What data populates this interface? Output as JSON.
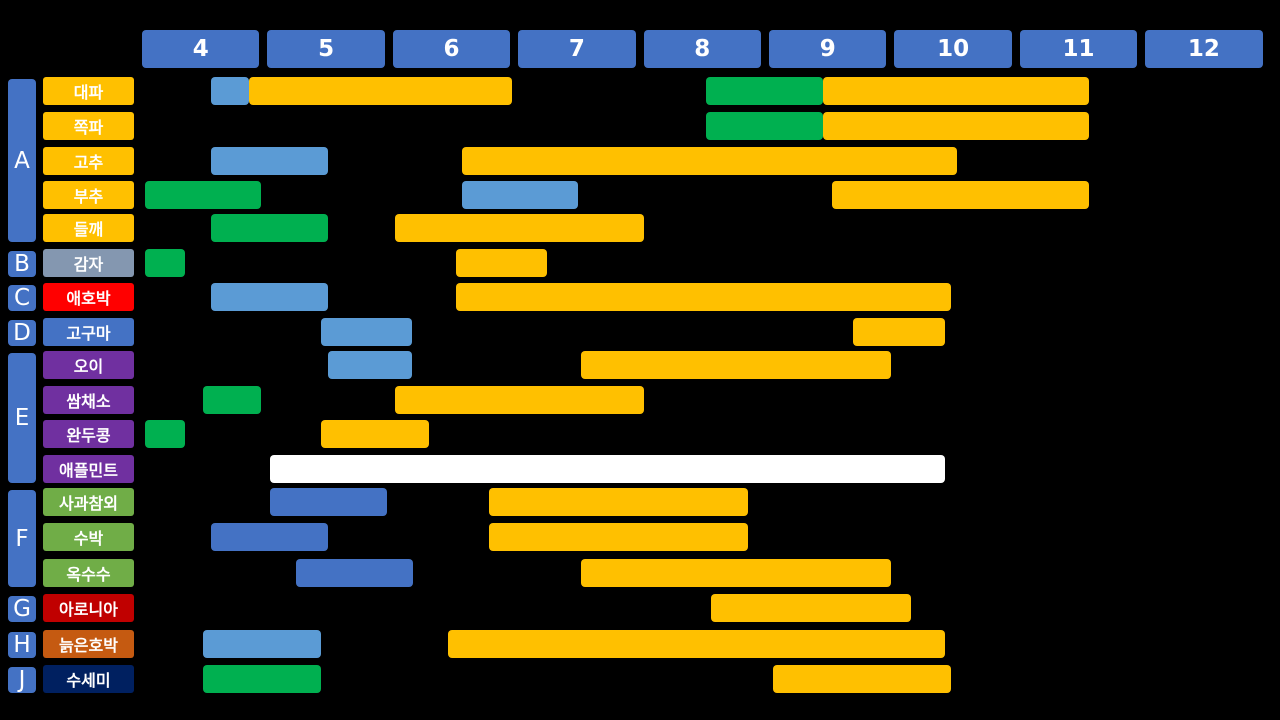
{
  "months": [
    "4",
    "5",
    "6",
    "7",
    "8",
    "9",
    "10",
    "11",
    "12"
  ],
  "colors": {
    "header": "#4472C4",
    "light_blue": "#5B9BD5",
    "dark_blue": "#4472C4",
    "green": "#00B050",
    "yellow": "#FFC000",
    "white": "#FFFFFF"
  },
  "groups": [
    "A",
    "B",
    "C",
    "D",
    "E",
    "F",
    "G",
    "H",
    "J"
  ],
  "crops": [
    {
      "name": "대파",
      "label_color": "#FFC000",
      "bars": [
        {
          "color": "light_blue",
          "start": 4.05,
          "end": 4.35
        },
        {
          "color": "yellow",
          "start": 4.35,
          "end": 6.45
        },
        {
          "color": "green",
          "start": 8.0,
          "end": 8.93
        },
        {
          "color": "yellow",
          "start": 8.93,
          "end": 11.05
        }
      ]
    },
    {
      "name": "쪽파",
      "label_color": "#FFC000",
      "bars": [
        {
          "color": "green",
          "start": 8.0,
          "end": 8.93
        },
        {
          "color": "yellow",
          "start": 8.93,
          "end": 11.05
        }
      ]
    },
    {
      "name": "고추",
      "label_color": "#FFC000",
      "bars": [
        {
          "color": "light_blue",
          "start": 4.05,
          "end": 4.98
        },
        {
          "color": "yellow",
          "start": 6.05,
          "end": 10.0
        }
      ]
    },
    {
      "name": "부추",
      "label_color": "#FFC000",
      "bars": [
        {
          "color": "green",
          "start": 3.52,
          "end": 4.45
        },
        {
          "color": "light_blue",
          "start": 6.05,
          "end": 6.98
        },
        {
          "color": "yellow",
          "start": 9.0,
          "end": 11.05
        }
      ]
    },
    {
      "name": "들깨",
      "label_color": "#FFC000",
      "bars": [
        {
          "color": "green",
          "start": 4.05,
          "end": 4.98
        },
        {
          "color": "yellow",
          "start": 5.52,
          "end": 7.5
        }
      ]
    },
    {
      "name": "감자",
      "label_color": "#8497B0",
      "bars": [
        {
          "color": "green",
          "start": 3.52,
          "end": 3.84
        },
        {
          "color": "yellow",
          "start": 6.0,
          "end": 6.73
        }
      ]
    },
    {
      "name": "애호박",
      "label_color": "#FF0000",
      "bars": [
        {
          "color": "light_blue",
          "start": 4.05,
          "end": 4.98
        },
        {
          "color": "yellow",
          "start": 6.0,
          "end": 9.95
        }
      ]
    },
    {
      "name": "고구마",
      "label_color": "#4472C4",
      "bars": [
        {
          "color": "light_blue",
          "start": 4.93,
          "end": 5.65
        },
        {
          "color": "yellow",
          "start": 9.17,
          "end": 9.9
        }
      ]
    },
    {
      "name": "오이",
      "label_color": "#7030A0",
      "bars": [
        {
          "color": "light_blue",
          "start": 4.98,
          "end": 5.65
        },
        {
          "color": "yellow",
          "start": 7.0,
          "end": 9.47
        }
      ]
    },
    {
      "name": "쌈채소",
      "label_color": "#7030A0",
      "bars": [
        {
          "color": "green",
          "start": 3.99,
          "end": 4.45
        },
        {
          "color": "yellow",
          "start": 5.52,
          "end": 7.5
        }
      ]
    },
    {
      "name": "완두콩",
      "label_color": "#7030A0",
      "bars": [
        {
          "color": "green",
          "start": 3.52,
          "end": 3.84
        },
        {
          "color": "yellow",
          "start": 4.93,
          "end": 5.79
        }
      ]
    },
    {
      "name": "애플민트",
      "label_color": "#7030A0",
      "bars": [
        {
          "color": "white",
          "start": 4.52,
          "end": 9.9
        }
      ]
    },
    {
      "name": "사과참외",
      "label_color": "#70AD47",
      "bars": [
        {
          "color": "dark_blue",
          "start": 4.52,
          "end": 5.45
        },
        {
          "color": "yellow",
          "start": 6.27,
          "end": 8.33
        }
      ]
    },
    {
      "name": "수박",
      "label_color": "#70AD47",
      "bars": [
        {
          "color": "dark_blue",
          "start": 4.05,
          "end": 4.98
        },
        {
          "color": "yellow",
          "start": 6.27,
          "end": 8.33
        }
      ]
    },
    {
      "name": "옥수수",
      "label_color": "#70AD47",
      "bars": [
        {
          "color": "dark_blue",
          "start": 4.73,
          "end": 5.66
        },
        {
          "color": "yellow",
          "start": 7.0,
          "end": 9.47
        }
      ]
    },
    {
      "name": "아로니아",
      "label_color": "#C00000",
      "bars": [
        {
          "color": "yellow",
          "start": 8.04,
          "end": 9.63
        }
      ]
    },
    {
      "name": "늙은호박",
      "label_color": "#C55A11",
      "bars": [
        {
          "color": "light_blue",
          "start": 3.99,
          "end": 4.93
        },
        {
          "color": "yellow",
          "start": 5.94,
          "end": 9.9
        }
      ]
    },
    {
      "name": "수세미",
      "label_color": "#002060",
      "bars": [
        {
          "color": "green",
          "start": 3.99,
          "end": 4.93
        },
        {
          "color": "yellow",
          "start": 8.53,
          "end": 9.95
        }
      ]
    }
  ]
}
